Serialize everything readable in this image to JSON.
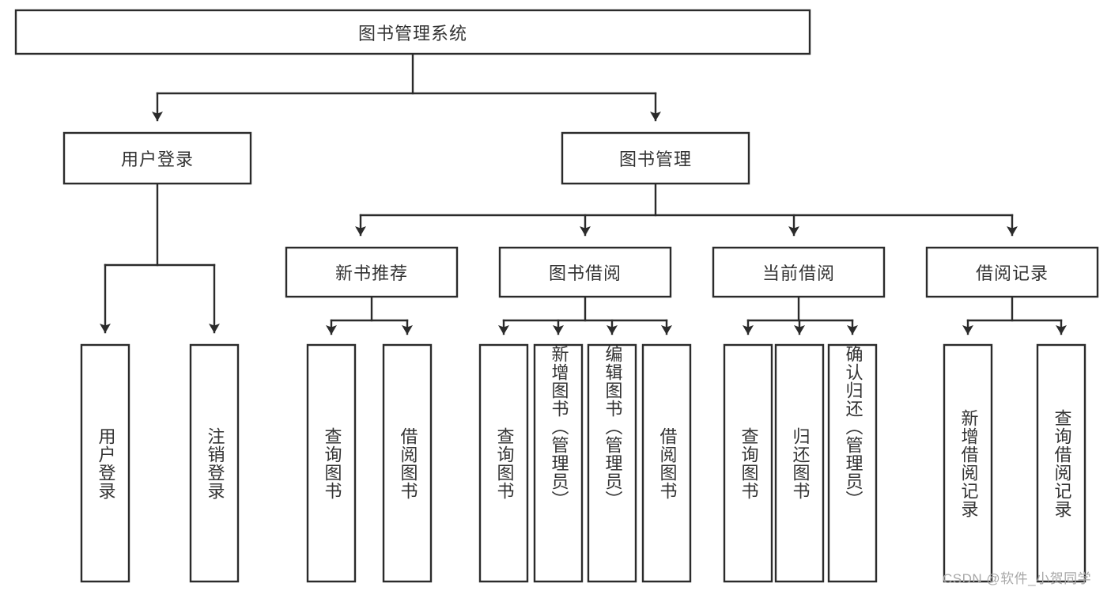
{
  "diagram": {
    "type": "tree-hierarchy",
    "title_node": "图书管理系统",
    "root": {
      "id": "root",
      "label": "图书管理系统",
      "orientation": "horizontal"
    },
    "level2": [
      {
        "id": "user-login",
        "label": "用户登录",
        "orientation": "horizontal"
      },
      {
        "id": "book-management",
        "label": "图书管理",
        "orientation": "horizontal"
      }
    ],
    "level3": [
      {
        "id": "new-book-recommend",
        "label": "新书推荐",
        "orientation": "horizontal",
        "parent": "book-management"
      },
      {
        "id": "book-borrow",
        "label": "图书借阅",
        "orientation": "horizontal",
        "parent": "book-management"
      },
      {
        "id": "current-borrow",
        "label": "当前借阅",
        "orientation": "horizontal",
        "parent": "book-management"
      },
      {
        "id": "borrow-record",
        "label": "借阅记录",
        "orientation": "horizontal",
        "parent": "book-management"
      }
    ],
    "leaves": [
      {
        "id": "leaf-user-login",
        "label": "用户登录",
        "orientation": "vertical",
        "parent": "user-login"
      },
      {
        "id": "leaf-user-logout",
        "label": "注销登录",
        "orientation": "vertical",
        "parent": "user-login"
      },
      {
        "id": "leaf-query-book-rec",
        "label": "查询图书",
        "orientation": "vertical",
        "parent": "new-book-recommend"
      },
      {
        "id": "leaf-borrow-book-rec",
        "label": "借阅图书",
        "orientation": "vertical",
        "parent": "new-book-recommend"
      },
      {
        "id": "leaf-query-book-borrow",
        "label": "查询图书",
        "orientation": "vertical",
        "parent": "book-borrow"
      },
      {
        "id": "leaf-add-book-admin",
        "label": "新增图书（管理员）",
        "orientation": "vertical",
        "parent": "book-borrow"
      },
      {
        "id": "leaf-edit-book-admin",
        "label": "编辑图书（管理员）",
        "orientation": "vertical",
        "parent": "book-borrow"
      },
      {
        "id": "leaf-borrow-book",
        "label": "借阅图书",
        "orientation": "vertical",
        "parent": "book-borrow"
      },
      {
        "id": "leaf-query-book-cur",
        "label": "查询图书",
        "orientation": "vertical",
        "parent": "current-borrow"
      },
      {
        "id": "leaf-return-book",
        "label": "归还图书",
        "orientation": "vertical",
        "parent": "current-borrow"
      },
      {
        "id": "leaf-confirm-return-admin",
        "label": "确认归还（管理员）",
        "orientation": "vertical",
        "parent": "current-borrow"
      },
      {
        "id": "leaf-add-borrow-record",
        "label": "新增借阅记录",
        "orientation": "vertical",
        "parent": "borrow-record"
      },
      {
        "id": "leaf-query-borrow-record",
        "label": "查询借阅记录",
        "orientation": "vertical",
        "parent": "borrow-record"
      }
    ],
    "colors": {
      "background": "#ffffff",
      "box_stroke": "#2b2b2b",
      "box_fill": "#ffffff",
      "text": "#333333",
      "watermark": "#a8a8a8"
    }
  },
  "watermark": {
    "text": "CSDN @软件_小贺同学"
  }
}
